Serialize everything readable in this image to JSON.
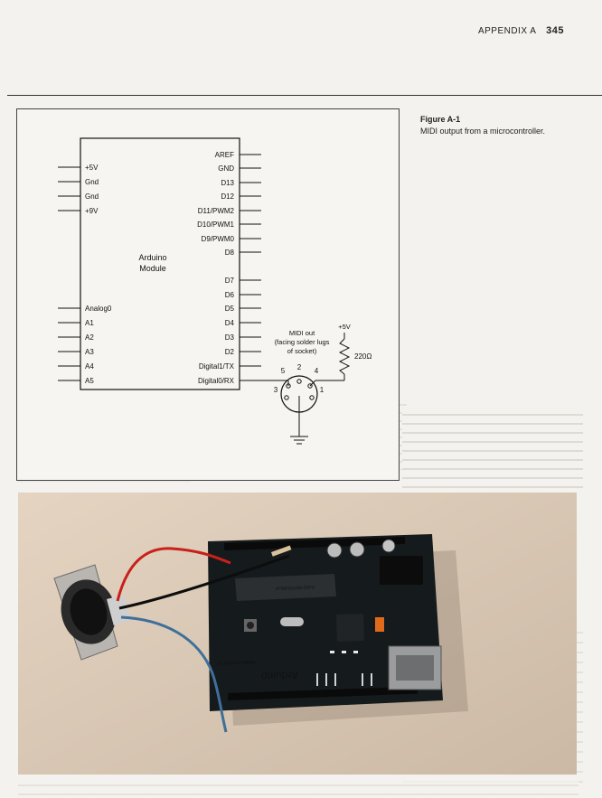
{
  "header": {
    "section": "APPENDIX A",
    "page_number": "345"
  },
  "figure": {
    "label": "Figure A-1",
    "caption": "MIDI output from a microcontroller."
  },
  "schematic": {
    "module_name_line1": "Arduino",
    "module_name_line2": "Module",
    "left_pins": [
      "+5V",
      "Gnd",
      "Gnd",
      "+9V",
      "Analog0",
      "A1",
      "A2",
      "A3",
      "A4",
      "A5"
    ],
    "right_pins": [
      "AREF",
      "GND",
      "D13",
      "D12",
      "D11/PWM2",
      "D10/PWM1",
      "D9/PWM0",
      "D8",
      "D7",
      "D6",
      "D5",
      "D4",
      "D3",
      "D2",
      "Digital1/TX",
      "Digital0/RX"
    ],
    "midi_label_line1": "MIDI out",
    "midi_label_line2": "(facing solder lugs",
    "midi_label_line3": "of socket)",
    "supply_label": "+5V",
    "resistor_label": "220Ω",
    "socket_pins": [
      "5",
      "2",
      "4",
      "3",
      "1"
    ]
  },
  "photo_board": {
    "logo": "Arduino",
    "chip": "ATMEGA168-20PU",
    "brand": "www.arduino.cc"
  },
  "colors": {
    "paper": "#f3f2ee",
    "ink": "#111111",
    "photo_bg": "#d8c7b4",
    "board": "#151a1c",
    "wire_red": "#c8201a",
    "wire_blue": "#3f6f9a"
  }
}
